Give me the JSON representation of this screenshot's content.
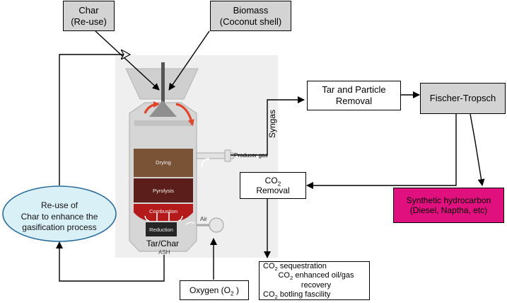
{
  "boxes": {
    "char_line1": "Char",
    "char_line2": "(Re-use)",
    "biomass_line1": "Biomass",
    "biomass_line2": "(Coconut shell)",
    "tar_removal_line1": "Tar and Particle",
    "tar_removal_line2": "Removal",
    "fischer_tropsch": "Fischer-Tropsch",
    "co2_removal_prefix": "CO",
    "co2_removal_sub": "2",
    "co2_removal_line2": "Removal",
    "synthetic_line1": "Synthetic hydrocarbon",
    "synthetic_line2": "(Diesel, Naptha, etc)",
    "reuse_line1": "Re-use of",
    "reuse_line2": "Char to enhance the",
    "reuse_line3": "gasification process",
    "oxygen_prefix": "Oxygen (O",
    "oxygen_sub": "2",
    "oxygen_suffix": " )",
    "co2_items": [
      {
        "prefix": "CO",
        "sub": "2",
        "text": " sequestration"
      },
      {
        "prefix": "CO",
        "sub": "2",
        "text": " enhanced oil/gas recovery"
      },
      {
        "prefix": "CO",
        "sub": "2",
        "text": " botling fascility"
      }
    ]
  },
  "labels": {
    "syngas": "Syngas",
    "producer_gas": "Producer gas",
    "tar_char": "Tar/Char",
    "drying": "Drying",
    "pyrolysis": "Pyrolysis",
    "combustion": "Combustion",
    "reduction": "Reduction",
    "air": "Air",
    "ash": "ASH"
  },
  "colors": {
    "magenta_box": "#e0117f",
    "reuse_ellipse_fill": "#d9f0f7",
    "reuse_ellipse_stroke": "#2b6c9a",
    "grey_box": "#d3d3d3",
    "drying_zone": "#7a5236",
    "pyrolysis_zone": "#5c1e1b",
    "combustion_zone": "#b51a1a",
    "reduction_zone": "#262626",
    "flow_arrows": "#e0442b"
  }
}
